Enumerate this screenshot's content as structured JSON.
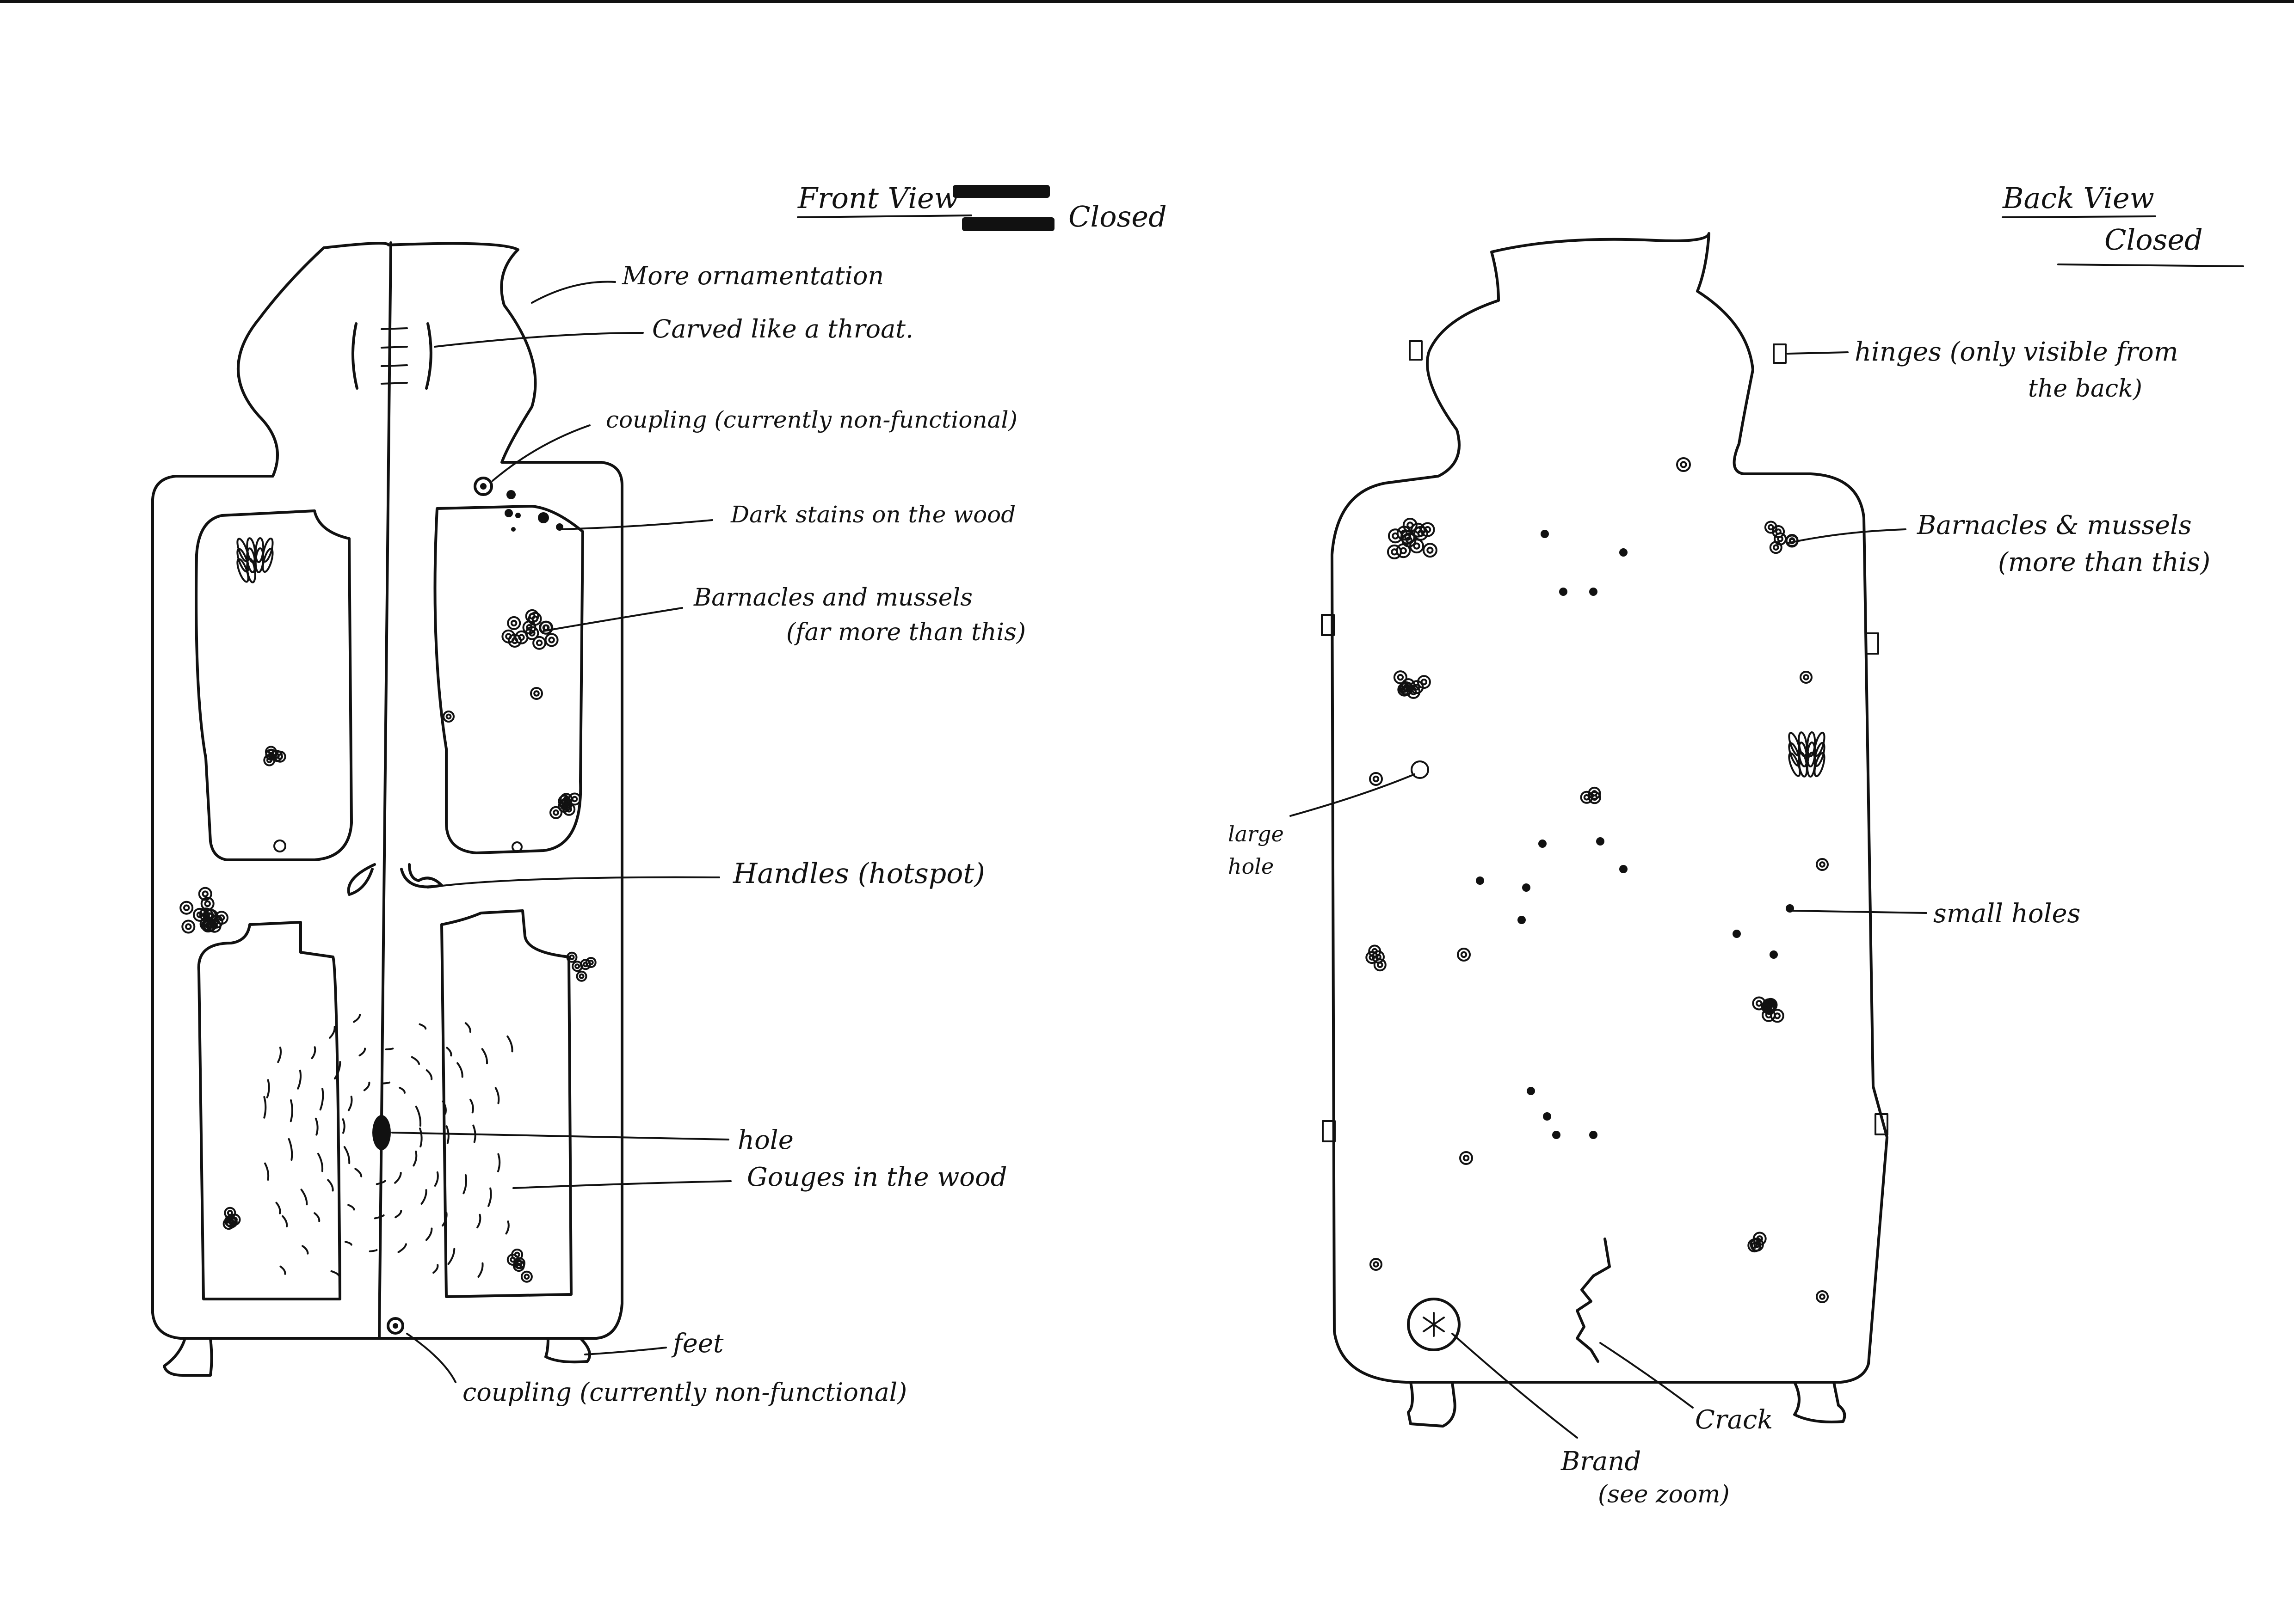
{
  "front": {
    "title": "Front View",
    "subtitle": "Closed",
    "labels": {
      "ornamentation": "More ornamentation",
      "throat": "Carved like a throat.",
      "coupling_top": "coupling (currently non-functional)",
      "stains": "Dark stains on the wood",
      "barnacles_1": "Barnacles and mussels",
      "barnacles_2": "(far more than this)",
      "handles": "Handles (hotspot)",
      "hole": "hole",
      "gouges": "Gouges in the wood",
      "feet": "feet",
      "coupling_bottom": "coupling (currently non-functional)"
    }
  },
  "back": {
    "title": "Back View",
    "subtitle": "Closed",
    "labels": {
      "hinges_1": "hinges (only visible from",
      "hinges_2": "the back)",
      "barnacles_1": "Barnacles & mussels",
      "barnacles_2": "(more than this)",
      "large_hole_1": "large",
      "large_hole_2": "hole",
      "small_holes": "small holes",
      "crack": "Crack",
      "brand_1": "Brand",
      "brand_2": "(see zoom)"
    }
  },
  "colors": {
    "ink": "#111111",
    "paper": "#ffffff"
  }
}
